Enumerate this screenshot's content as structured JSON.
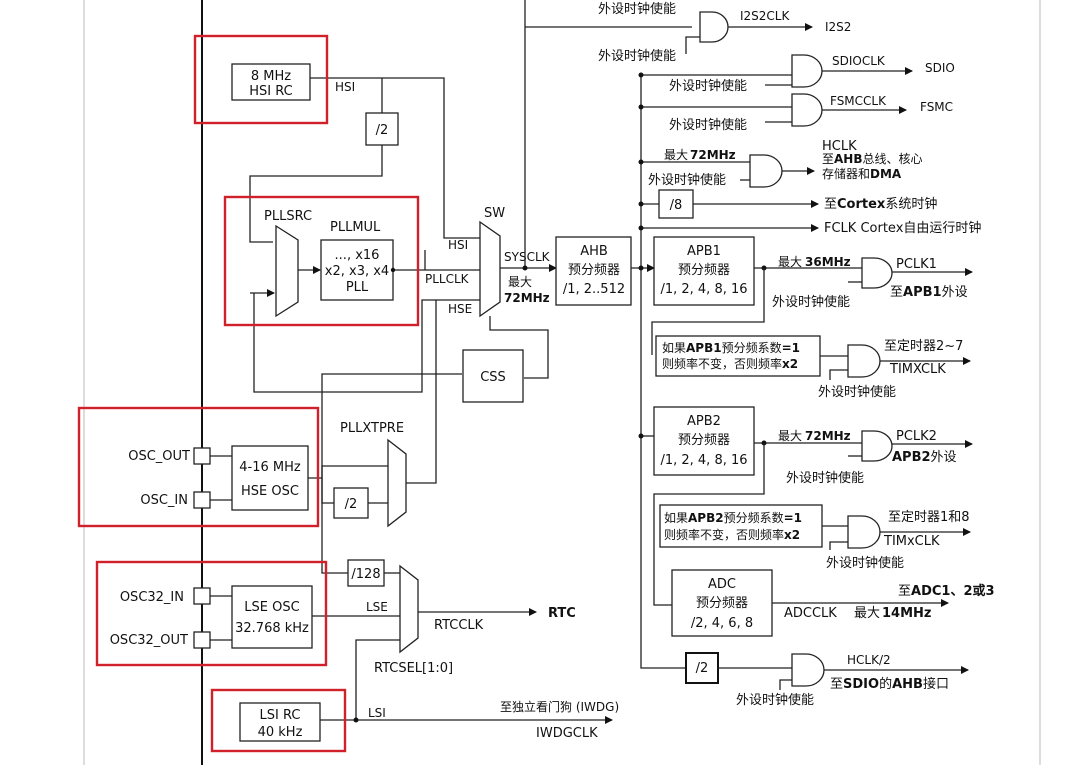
{
  "oscillators": {
    "hsi": {
      "line1": "8 MHz",
      "line2": "HSI RC",
      "out": "HSI"
    },
    "hse": {
      "line1": "4-16 MHz",
      "line2": "HSE OSC",
      "pin_out": "OSC_OUT",
      "pin_in": "OSC_IN"
    },
    "lse": {
      "line1": "LSE OSC",
      "line2": "32.768 kHz",
      "pin_in": "OSC32_IN",
      "pin_out": "OSC32_OUT",
      "out": "LSE"
    },
    "lsi": {
      "line1": "LSI RC",
      "line2": "40 kHz",
      "out": "LSI"
    }
  },
  "pll": {
    "src_label": "PLLSRC",
    "mul_label": "PLLMUL",
    "mul_line1": "..., x16",
    "mul_line2": "x2, x3, x4",
    "mul_line3": "PLL",
    "xtpre_label": "PLLXTPRE",
    "div2": "/2",
    "hsi_div2": "/2",
    "pllclk": "PLLCLK"
  },
  "sysclk": {
    "sw_label": "SW",
    "in_hsi": "HSI",
    "in_hse": "HSE",
    "out": "SYSCLK",
    "max_label": "最大",
    "max_value": "72MHz",
    "css": "CSS"
  },
  "ahb": {
    "title": "AHB",
    "sub": "预分频器",
    "divs": "/1, 2..512"
  },
  "apb1": {
    "title": "APB1",
    "sub": "预分频器",
    "divs": "/1, 2, 4, 8, 16",
    "max_label": "最大",
    "max_value": "36MHz",
    "out": "PCLK1",
    "dest_pre": "至",
    "dest_bold": "APB1",
    "dest_post": "外设",
    "timer_note_1a": "如果",
    "timer_note_1b": "APB1",
    "timer_note_1c": "预分频系数",
    "timer_note_1d": "=1",
    "timer_note_2a": "则频率不变，否则频率",
    "timer_note_2b": "x2",
    "timer_dest": "至定时器2~7",
    "timer_clk": "TIMXCLK"
  },
  "apb2": {
    "title": "APB2",
    "sub": "预分频器",
    "divs": "/1, 2, 4, 8, 16",
    "max_label": "最大",
    "max_value": "72MHz",
    "out": "PCLK2",
    "dest_bold": "APB2",
    "dest_post": "外设",
    "timer_note_1a": "如果",
    "timer_note_1b": "APB2",
    "timer_note_1c": "预分频系数",
    "timer_note_1d": "=1",
    "timer_note_2a": "则频率不变，否则频率",
    "timer_note_2b": "x2",
    "timer_dest": "至定时器1和8",
    "timer_clk": "TIMxCLK"
  },
  "adc": {
    "title": "ADC",
    "sub": "预分频器",
    "divs": "/2, 4, 6, 8",
    "out": "ADCCLK",
    "max_label": "最大",
    "max_value": "14MHz",
    "dest_pre": "至",
    "dest_bold": "ADC1、2或3"
  },
  "outputs": {
    "i2s": {
      "enable": "外设时钟使能",
      "clk": "I2S2CLK",
      "dest": "I2S2"
    },
    "enable_mid": "外设时钟使能",
    "sdio": {
      "enable": "外设时钟使能",
      "clk": "SDIOCLK",
      "dest": "SDIO"
    },
    "fsmc": {
      "enable": "外设时钟使能",
      "clk": "FSMCCLK",
      "dest": "FSMC"
    },
    "hclk": {
      "max_label": "最大",
      "max_value": "72MHz",
      "enable": "外设时钟使能",
      "name": "HCLK",
      "dest1_pre": "至",
      "dest1_bold": "AHB",
      "dest1_post": "总线、核心",
      "dest2_pre": "存储器和",
      "dest2_bold": "DMA"
    },
    "cortex": {
      "div": "/8",
      "dest_pre": "至",
      "dest_bold": "Cortex",
      "dest_post": "系统时钟"
    },
    "fclk": "FCLK Cortex自由运行时钟",
    "apb1_enable": "外设时钟使能",
    "tim27_enable": "外设时钟使能",
    "apb2_enable": "外设时钟使能",
    "tim18_enable": "外设时钟使能",
    "hclk2": {
      "div": "/2",
      "name": "HCLK/2",
      "enable": "外设时钟使能",
      "dest_pre": "至",
      "dest_bold": "SDIO",
      "dest_mid": "的",
      "dest_bold2": "AHB",
      "dest_post": "接口"
    }
  },
  "rtc": {
    "div": "/128",
    "clk": "RTCCLK",
    "dest": "RTC",
    "sel": "RTCSEL[1:0]"
  },
  "iwdg": {
    "label": "至独立看门狗  (IWDG)",
    "clk": "IWDGCLK"
  },
  "colors": {
    "highlight": "#d0202a",
    "line": "#222222"
  }
}
